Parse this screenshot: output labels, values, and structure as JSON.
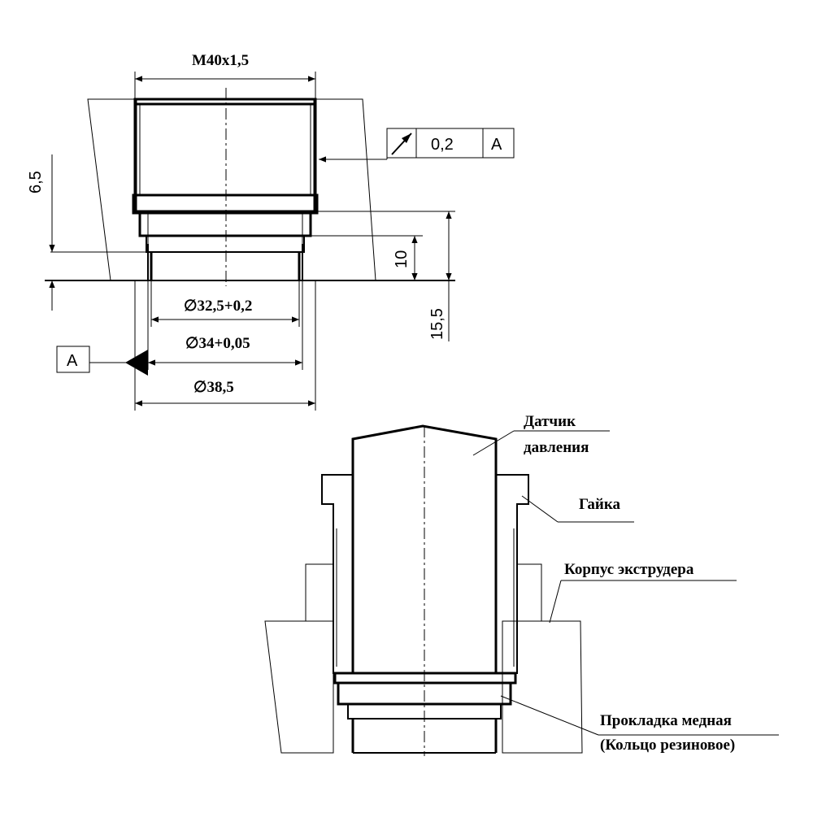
{
  "dimensions": {
    "thread": "M40x1,5",
    "bore_small": "∅32,5+0,2",
    "bore_mid": "∅34+0,05",
    "bore_big": "∅38,5",
    "depth_a": "6,5",
    "depth_b": "10",
    "depth_c": "15,5"
  },
  "tolerance_frame": {
    "value": "0,2",
    "datum": "A"
  },
  "datum_label": "A",
  "labels": {
    "sensor_line1": "Датчик",
    "sensor_line2": "давления",
    "nut": "Гайка",
    "body": "Корпус экструдера",
    "gasket_line1": "Прокладка медная",
    "gasket_line2": "(Кольцо резиновое)"
  }
}
